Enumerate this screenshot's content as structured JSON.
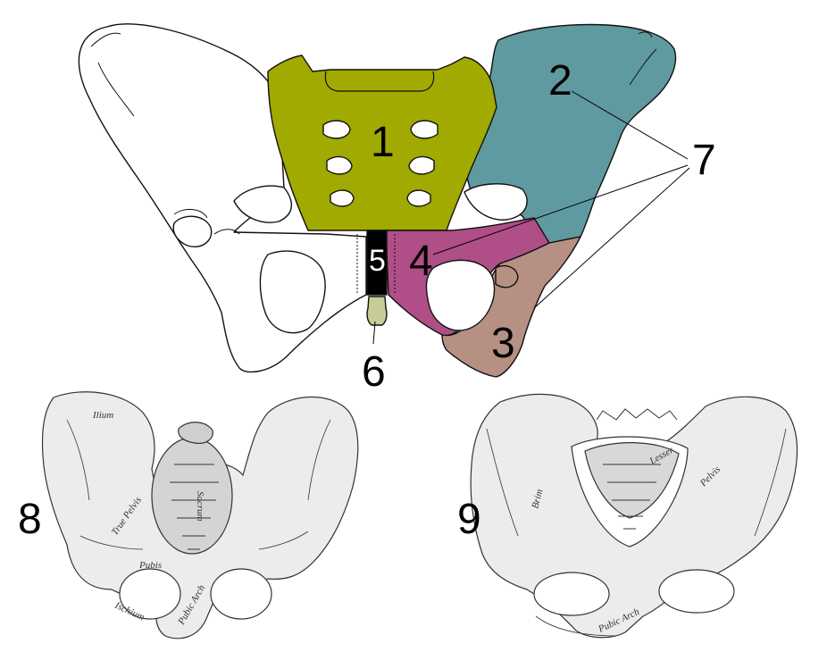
{
  "colors": {
    "sacrum": "#a0aa00",
    "ilium": "#5f9aa0",
    "pubis": "#b04e88",
    "ischium": "#b59083",
    "symphysis": "#000000",
    "coccyx": "#c7cc96",
    "outline": "#111111"
  },
  "diagram": {
    "labels": {
      "sacrum": "1",
      "ilium": "2",
      "ischium": "3",
      "pubis": "4",
      "pubic_symphysis": "5",
      "coccyx": "6",
      "acetabulum": "7"
    }
  },
  "engravings": {
    "male_label": "8",
    "female_label": "9",
    "male_text": {
      "ilium": "Ilium",
      "sacrum": "Sacrum",
      "brim": "True Pelvis",
      "pubis": "Pubis",
      "ischium": "Ischium",
      "arch": "Pubic Arch"
    },
    "female_text": {
      "brim": "Brim",
      "lesser": "Lesser",
      "pelvis": "Pelvis",
      "arch": "Pubic Arch"
    }
  }
}
